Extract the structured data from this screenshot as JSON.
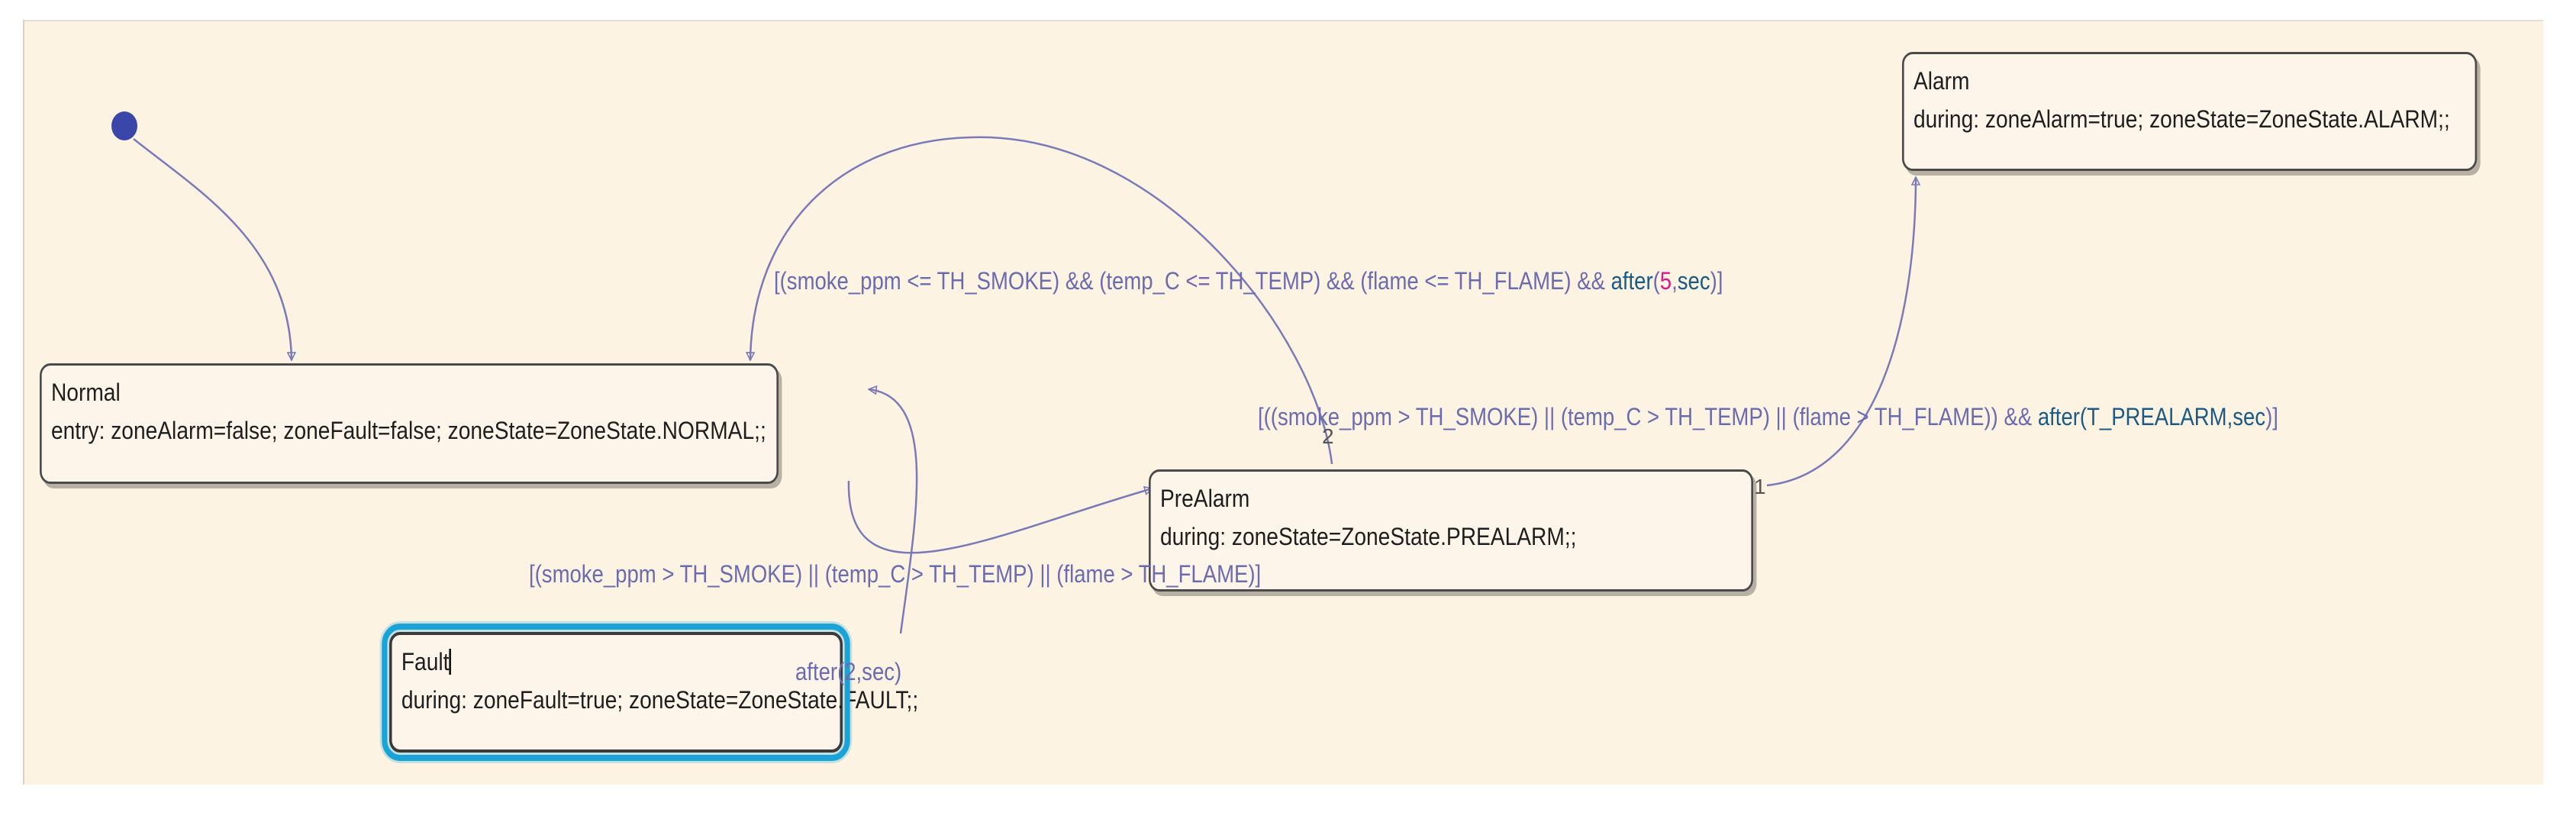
{
  "states": {
    "normal": {
      "name": "Normal",
      "action": "entry: zoneAlarm=false; zoneFault=false; zoneState=ZoneState.NORMAL;;"
    },
    "prealarm": {
      "name": "PreAlarm",
      "action": "during: zoneState=ZoneState.PREALARM;;"
    },
    "alarm": {
      "name": "Alarm",
      "action": "during: zoneAlarm=true; zoneState=ZoneState.ALARM;;"
    },
    "fault": {
      "name": "Fault",
      "action": "during: zoneFault=true; zoneState=ZoneState.FAULT;;"
    }
  },
  "transitions": {
    "prealarm_to_normal": {
      "pre": "[(smoke_ppm <= TH_SMOKE) && (temp_C <= TH_TEMP) && (flame <= TH_FLAME) && ",
      "fn": "after",
      "open": "(",
      "num": "5",
      "comma": ",",
      "unit": "sec",
      "close": ")]"
    },
    "prealarm_to_alarm": {
      "pre": "[((smoke_ppm > TH_SMOKE) || (temp_C > TH_TEMP) || (flame > TH_FLAME)) && ",
      "fn": "after",
      "args": "(T_PREALARM,sec",
      "close": ")]"
    },
    "normal_to_prealarm": {
      "text": "[(smoke_ppm > TH_SMOKE) || (temp_C > TH_TEMP) || (flame > TH_FLAME)]"
    },
    "fault_to_normal": {
      "text": "after(2,sec)"
    }
  },
  "priorities": {
    "prealarm_to_normal": "2",
    "prealarm_to_alarm": "1"
  },
  "colors": {
    "edge": "#7a7ab8",
    "label": "#6b6bb0",
    "keyword": "#1c5a86",
    "number": "#d81a8c",
    "canvas": "#fdf3e3",
    "selection": "#1aa3d6",
    "default_dot": "#3a47a8"
  }
}
